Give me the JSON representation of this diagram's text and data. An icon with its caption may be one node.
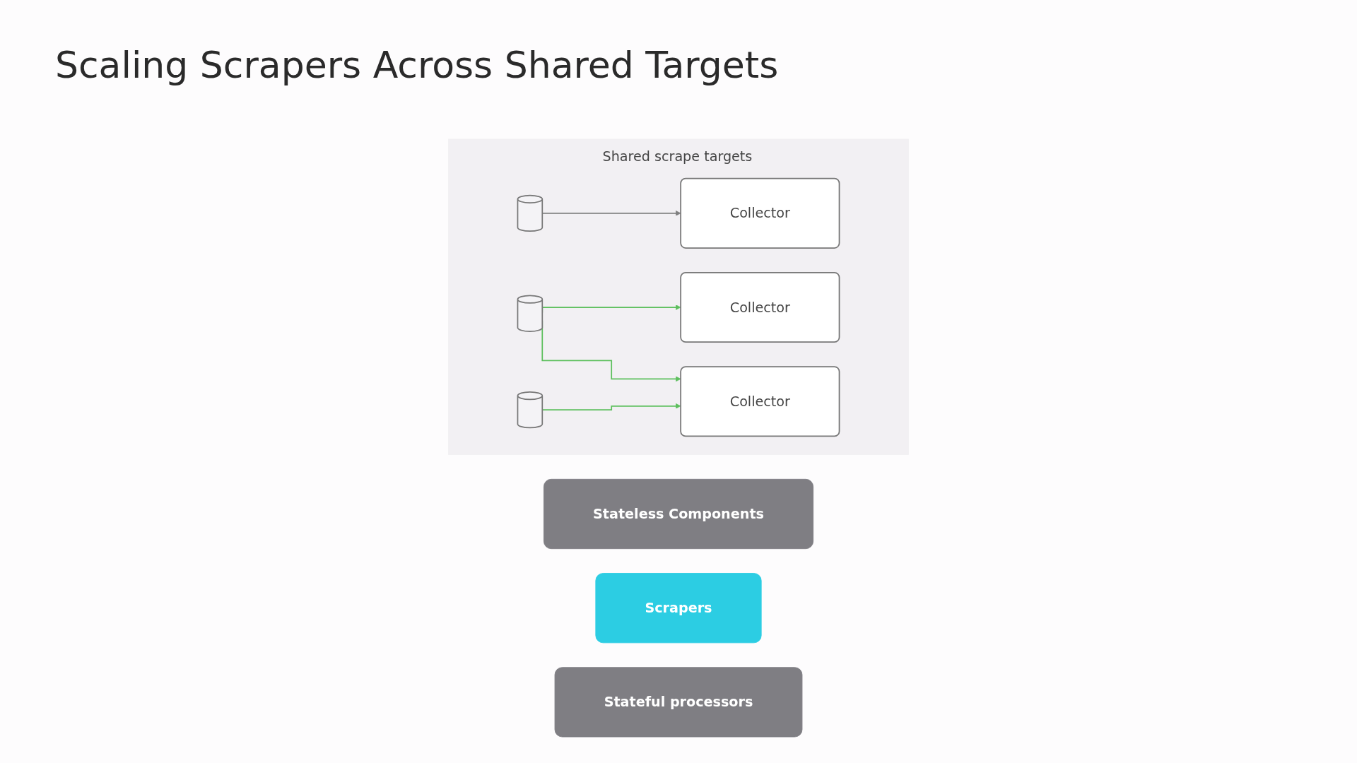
{
  "diagram": {
    "title": "Scaling Scrapers Across Shared Targets",
    "nodes": [
      {
        "text": [
          "Stateless Components"
        ]
      },
      {
        "text": [
          "Scrapers"
        ]
      },
      {
        "text": [
          "Stateful processors"
        ]
      },
      {
        "text": [
          "Shared scrape targets"
        ]
      },
      {
        "text": [],
        "shape": "cylinder",
        "in": 3
      },
      {
        "text": [
          "Collector"
        ],
        "in": 3
      },
      {
        "text": [],
        "shape": "cylinder",
        "in": 3
      },
      {
        "text": [
          "Collector"
        ],
        "in": 3
      },
      {
        "text": [],
        "shape": "cylinder",
        "in": 3
      },
      {
        "text": [
          "Collector"
        ],
        "in": 3
      }
    ],
    "edges": [
      {
        "from": 4,
        "to": 5,
        "arrow": "to",
        "color": "#808080"
      },
      {
        "from": 6,
        "to": 7,
        "arrow": "to"
      },
      {
        "from": 6,
        "to": 9,
        "arrow": "to"
      },
      {
        "from": 8,
        "to": 9,
        "arrow": "to"
      }
    ]
  }
}
